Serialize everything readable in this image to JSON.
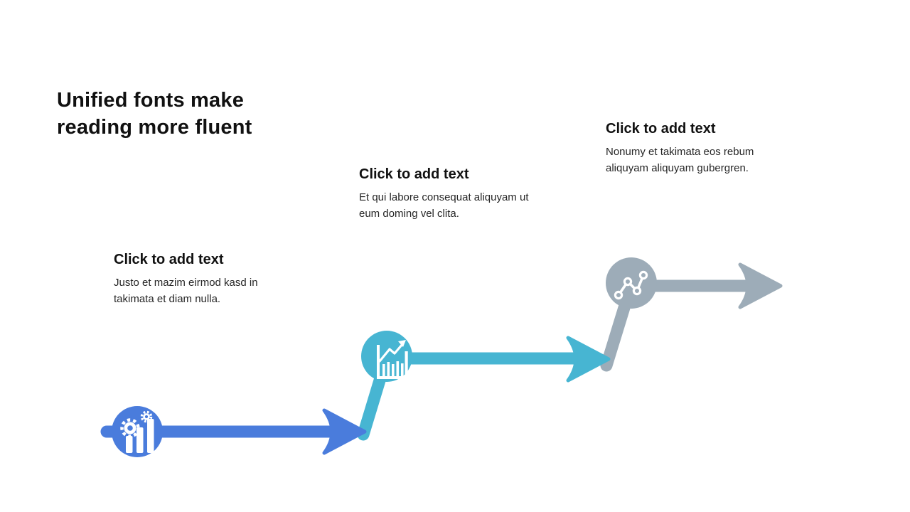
{
  "slide": {
    "title": "Unified fonts make\nreading more fluent",
    "steps": [
      {
        "heading": "Click to add text",
        "body": "Justo et mazim eirmod kasd in takimata et diam nulla.",
        "icon": "gears-bar-chart-icon"
      },
      {
        "heading": "Click to add text",
        "body": "Et qui labore consequat aliquyam ut eum doming vel clita.",
        "icon": "line-chart-growth-icon"
      },
      {
        "heading": "Click to add text",
        "body": "Nonumy et takimata eos rebum aliquyam aliquyam gubergren.",
        "icon": "connected-nodes-icon"
      }
    ],
    "colors": {
      "step1": "#4a7cdc",
      "step2": "#47b5d2",
      "step3": "#9dacb8",
      "icon": "#ffffff",
      "background": "#ffffff",
      "text": "#111111"
    }
  }
}
